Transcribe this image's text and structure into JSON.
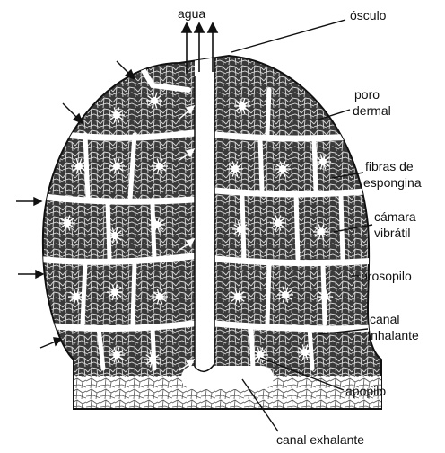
{
  "labels": {
    "water": "agua",
    "osculum": "ósculo",
    "dermal_pore_line1": "poro",
    "dermal_pore_line2": "dermal",
    "spongin_line1": "fibras de",
    "spongin_line2": "espongina",
    "chamber_line1": "cámara",
    "chamber_line2": "vibrátil",
    "prosopyle": "prosopilo",
    "inhalant_line1": "canal",
    "inhalant_line2": "inhalante",
    "apopyle": "apopilo",
    "exhalant_canal": "canal exhalante"
  },
  "colors": {
    "ink": "#111111",
    "tissue": "#2a2a2a",
    "canal": "#ffffff"
  }
}
